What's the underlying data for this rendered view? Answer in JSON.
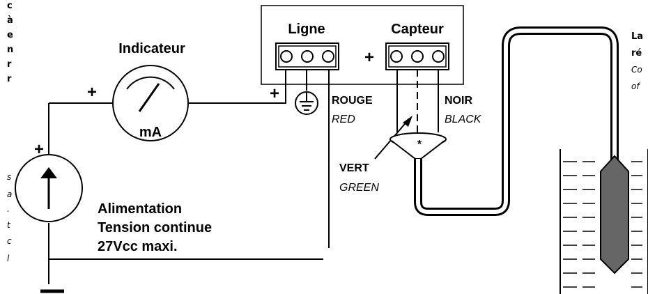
{
  "colors": {
    "line": "#000000",
    "probe_fill": "#666666",
    "background": "#ffffff"
  },
  "labels": {
    "indicateur": "Indicateur",
    "ma": "mA",
    "ligne": "Ligne",
    "capteur": "Capteur",
    "rouge": "ROUGE",
    "red": "RED",
    "noir": "NOIR",
    "black": "BLACK",
    "vert": "VERT",
    "green": "GREEN",
    "alim_1": "Alimentation",
    "alim_2": "Tension continue",
    "alim_3": "27Vcc maxi.",
    "plus": "+",
    "asterisk": "*"
  },
  "left_text_bold": [
    "c",
    "à",
    "e",
    "n",
    "r",
    "r"
  ],
  "left_text_italic": [
    "s",
    "a",
    ".",
    "t",
    "c",
    "l"
  ],
  "right_text_bold": [
    "La",
    "ré"
  ],
  "right_text_italic": [
    "Co",
    "of"
  ]
}
